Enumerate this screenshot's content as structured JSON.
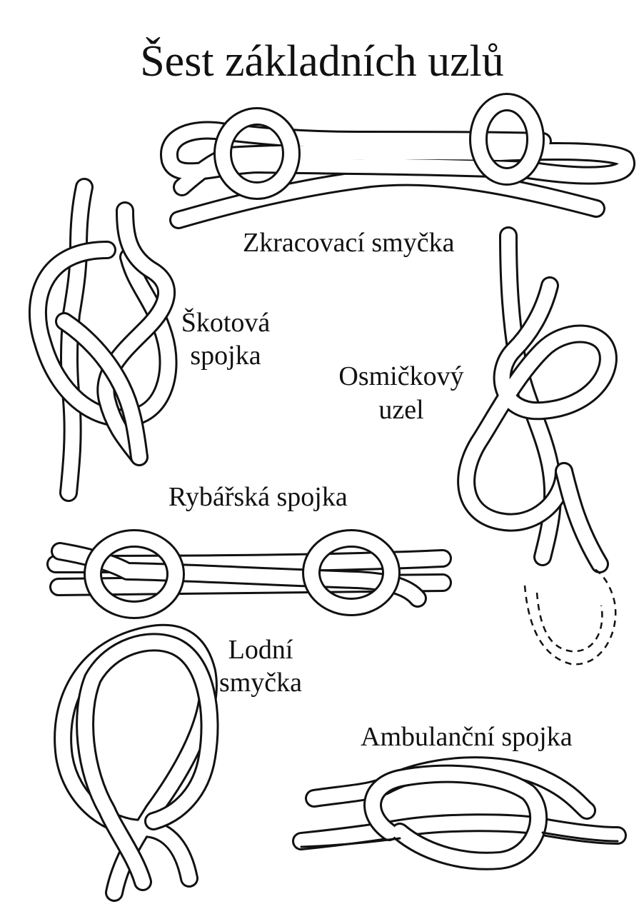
{
  "title": "Šest základních uzlů",
  "knots": {
    "zkracovaci": {
      "label": "Zkracovací smyčka"
    },
    "skotova": {
      "line1": "Škotová",
      "line2": "spojka"
    },
    "osmickovy": {
      "line1": "Osmičkový",
      "line2": "uzel"
    },
    "rybarska": {
      "label": "Rybářská spojka"
    },
    "lodni": {
      "line1": "Lodní",
      "line2": "smyčka"
    },
    "ambulancni": {
      "label": "Ambulanční spojka"
    }
  },
  "colors": {
    "ink": "#111111",
    "paper": "#ffffff"
  }
}
